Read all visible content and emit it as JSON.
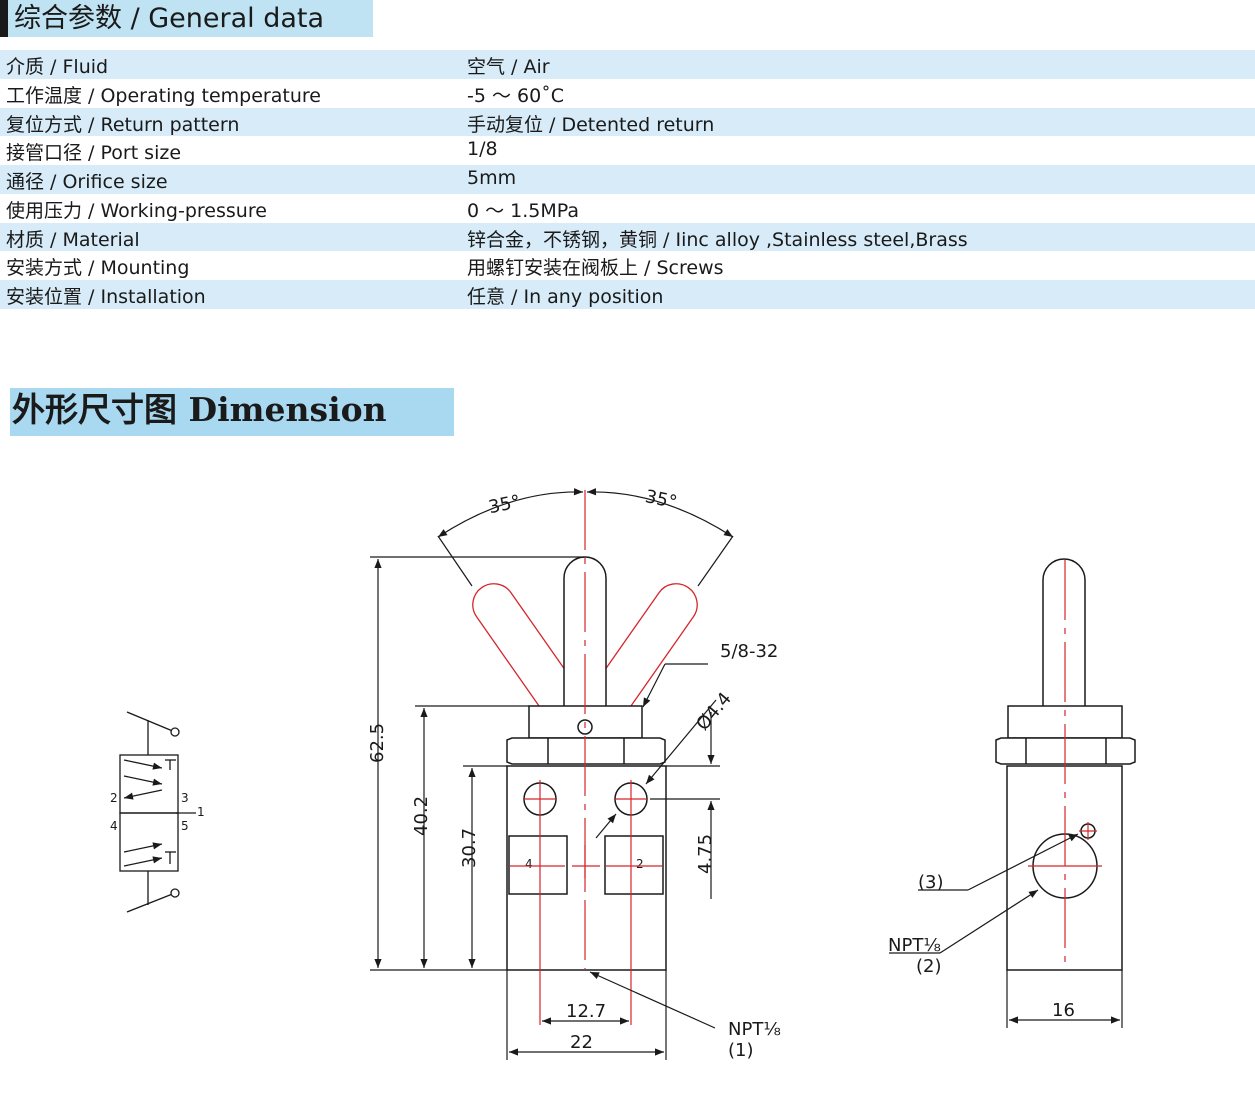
{
  "general": {
    "title": "综合参数 / General data",
    "rows": [
      {
        "label": "介质 / Fluid",
        "value": "空气 / Air"
      },
      {
        "label": "工作温度 / Operating temperature",
        "value": "-5 ～ 60˚C"
      },
      {
        "label": "复位方式 / Return pattern",
        "value": "手动复位 / Detented return"
      },
      {
        "label": "接管口径 / Port size",
        "value": "1/8"
      },
      {
        "label": "通径 / Orifice size",
        "value": "5mm"
      },
      {
        "label": "使用压力 / Working-pressure",
        "value": "0 ～ 1.5MPa"
      },
      {
        "label": "材质 / Material",
        "value": "锌合金，不锈钢，黄铜 / Iinc alloy ,Stainless steel,Brass"
      },
      {
        "label": "安装方式 / Mounting",
        "value": "用螺钉安装在阀板上 / Screws"
      },
      {
        "label": "安装位置 / Installation",
        "value": "任意 / In any position"
      }
    ]
  },
  "dimension": {
    "title": "外形尺寸图 Dimension",
    "angle_left": "35°",
    "angle_right": "35°",
    "thread": "5/8-32",
    "hole_dia": "Ø4.4",
    "h_total": "62.5",
    "h_body_nut": "40.2",
    "h_body": "30.7",
    "h_hole": "4.75",
    "w_ports": "12.7",
    "w_body": "22",
    "w_side": "16",
    "port1_npt": "NPT⅛",
    "port1_num": "(1)",
    "port3": "(3)",
    "port2_npt": "NPT⅛",
    "port2_num": "(2)",
    "face_port_left": "4",
    "face_port_right": "2",
    "symbol": {
      "p2": "2",
      "p4": "4",
      "p3": "3",
      "p5": "5",
      "p1": "1"
    }
  },
  "colors": {
    "header_bg": "#bfe3f3",
    "row_shade": "#d7ecf8",
    "dimension_header_bg": "#a9d9f1",
    "centerline": "#d4262b"
  }
}
